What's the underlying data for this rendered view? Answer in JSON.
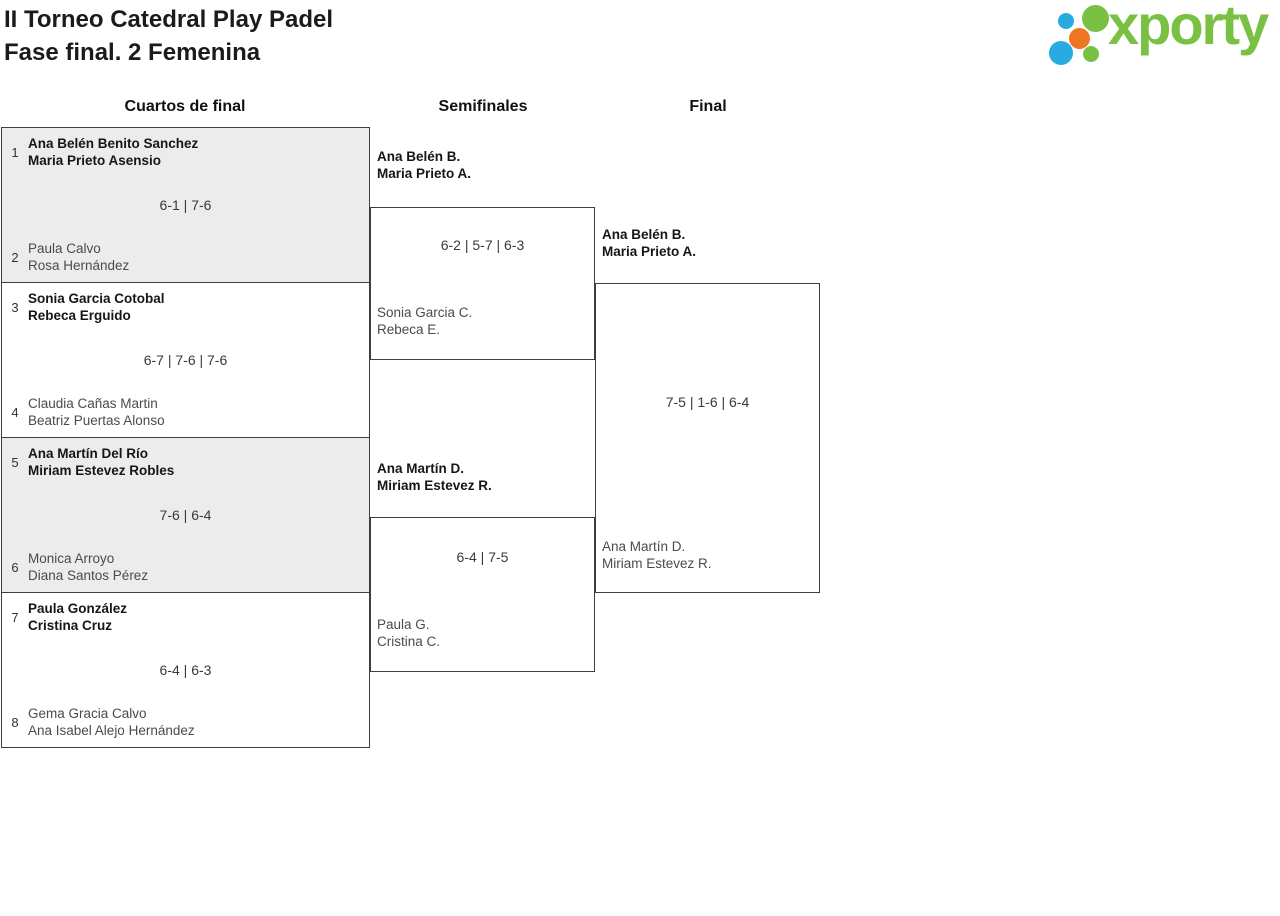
{
  "header": {
    "title_line1": "II Torneo Catedral Play Padel",
    "title_line2": "Fase final. 2 Femenina",
    "logo_text": "xporty",
    "logo_colors": {
      "green": "#7AC143",
      "blue": "#29ABE2",
      "orange": "#EE7623"
    }
  },
  "columns": {
    "quarterfinals": "Cuartos de final",
    "semifinals": "Semifinales",
    "final": "Final"
  },
  "bracket": {
    "quarterfinals": [
      {
        "seed_top": "1",
        "team_top": [
          "Ana Belén Benito Sanchez",
          "Maria Prieto Asensio"
        ],
        "top_winner": true,
        "score": "6-1 | 7-6",
        "seed_bottom": "2",
        "team_bottom": [
          "Paula Calvo",
          "Rosa Hernández"
        ],
        "bottom_winner": false
      },
      {
        "seed_top": "3",
        "team_top": [
          "Sonia Garcia Cotobal",
          "Rebeca Erguido"
        ],
        "top_winner": true,
        "score": "6-7 | 7-6 | 7-6",
        "seed_bottom": "4",
        "team_bottom": [
          "Claudia Cañas Martin",
          "Beatriz Puertas Alonso"
        ],
        "bottom_winner": false
      },
      {
        "seed_top": "5",
        "team_top": [
          "Ana Martín Del Río",
          "Miriam Estevez Robles"
        ],
        "top_winner": true,
        "score": "7-6 | 6-4",
        "seed_bottom": "6",
        "team_bottom": [
          "Monica Arroyo",
          "Diana Santos Pérez"
        ],
        "bottom_winner": false
      },
      {
        "seed_top": "7",
        "team_top": [
          "Paula González",
          "Cristina Cruz"
        ],
        "top_winner": true,
        "score": "6-4 | 6-3",
        "seed_bottom": "8",
        "team_bottom": [
          "Gema Gracia Calvo",
          "Ana Isabel Alejo Hernández"
        ],
        "bottom_winner": false
      }
    ],
    "semifinals": [
      {
        "team_top": [
          "Ana Belén B.",
          "Maria Prieto A."
        ],
        "top_winner": true,
        "score": "6-2 | 5-7 | 6-3",
        "team_bottom": [
          "Sonia Garcia C.",
          "Rebeca E."
        ],
        "bottom_winner": false
      },
      {
        "team_top": [
          "Ana Martín D.",
          "Miriam Estevez R."
        ],
        "top_winner": true,
        "score": "6-4 | 7-5",
        "team_bottom": [
          "Paula G.",
          "Cristina C."
        ],
        "bottom_winner": false
      }
    ],
    "final": {
      "team_top": [
        "Ana Belén B.",
        "Maria Prieto A."
      ],
      "top_winner": true,
      "score": "7-5 | 1-6 | 6-4",
      "team_bottom": [
        "Ana Martín D.",
        "Miriam Estevez R."
      ],
      "bottom_winner": false
    }
  }
}
